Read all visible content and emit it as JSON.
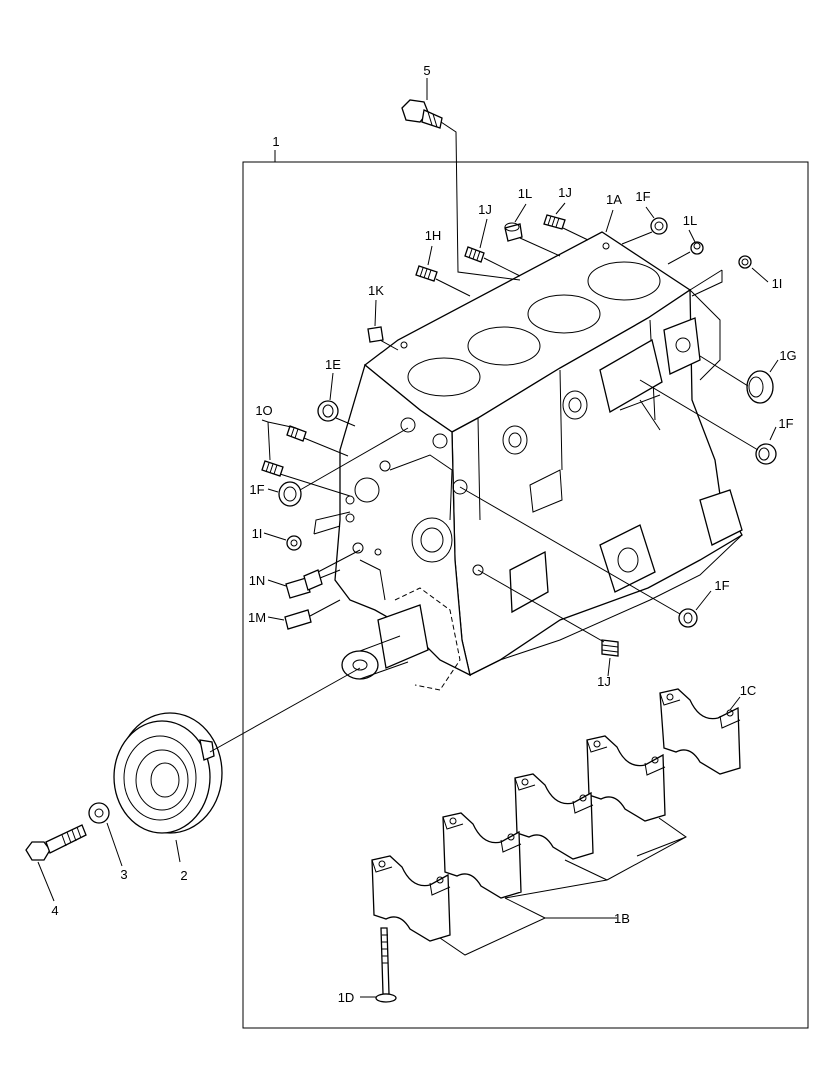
{
  "diagram": {
    "callouts": {
      "c5": "5",
      "c1": "1",
      "c1J_a": "1J",
      "c1L_a": "1L",
      "c1J_b": "1J",
      "c1A": "1A",
      "c1F_a": "1F",
      "c1L_b": "1L",
      "c1H": "1H",
      "c1I_a": "1I",
      "c1K": "1K",
      "c1G": "1G",
      "c1E": "1E",
      "c1O": "1O",
      "c1F_b": "1F",
      "c1F_c": "1F",
      "c1I_b": "1I",
      "c1N": "1N",
      "c1M": "1M",
      "c1F_d": "1F",
      "c1J_c": "1J",
      "c1C": "1C",
      "c1B": "1B",
      "c1D": "1D",
      "c2": "2",
      "c3": "3",
      "c4": "4"
    }
  }
}
